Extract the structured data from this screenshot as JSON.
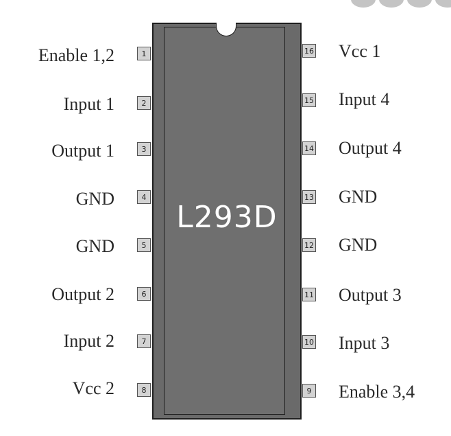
{
  "chip": {
    "name": "L293D"
  },
  "left_pins": [
    {
      "number": "1",
      "label": "Enable 1,2"
    },
    {
      "number": "2",
      "label": "Input 1"
    },
    {
      "number": "3",
      "label": "Output 1"
    },
    {
      "number": "4",
      "label": "GND"
    },
    {
      "number": "5",
      "label": "GND"
    },
    {
      "number": "6",
      "label": "Output 2"
    },
    {
      "number": "7",
      "label": "Input 2"
    },
    {
      "number": "8",
      "label": "Vcc 2"
    }
  ],
  "right_pins": [
    {
      "number": "16",
      "label": "Vcc 1"
    },
    {
      "number": "15",
      "label": "Input 4"
    },
    {
      "number": "14",
      "label": "Output 4"
    },
    {
      "number": "13",
      "label": "GND"
    },
    {
      "number": "12",
      "label": "GND"
    },
    {
      "number": "11",
      "label": "Output 3"
    },
    {
      "number": "10",
      "label": "Input 3"
    },
    {
      "number": "9",
      "label": "Enable 3,4"
    }
  ]
}
